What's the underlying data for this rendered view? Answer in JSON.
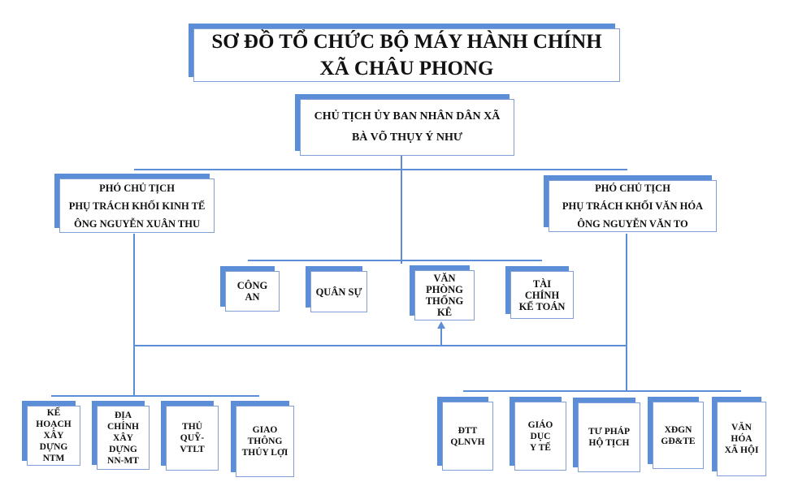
{
  "title": {
    "line1": "SƠ ĐỒ TỔ CHỨC BỘ MÁY HÀNH CHÍNH",
    "line2": "XÃ CHÂU PHONG"
  },
  "chairman": {
    "line1": "CHỦ TỊCH ỦY BAN NHÂN DÂN XÃ",
    "line2": "BÀ VÕ THỤY Ý NHƯ"
  },
  "vice_economic": {
    "line1": "PHÓ CHỦ TỊCH",
    "line2": "PHỤ TRÁCH KHỐI KINH TẾ",
    "line3": "ÔNG NGUYỄN XUÂN THU"
  },
  "vice_culture": {
    "line1": "PHÓ CHỦ TỊCH",
    "line2": "PHỤ TRÁCH KHỐI VĂN HÓA",
    "line3": "ÔNG NGUYỄN VĂN TO"
  },
  "middle_units": [
    {
      "lines": [
        "CÔNG",
        "AN"
      ]
    },
    {
      "lines": [
        "QUÂN SỰ"
      ]
    },
    {
      "lines": [
        "VĂN",
        "PHÒNG",
        "THỐNG",
        "KÊ"
      ]
    },
    {
      "lines": [
        "TÀI",
        "CHÍNH",
        "KẾ TOÁN"
      ]
    }
  ],
  "economic_units": [
    {
      "lines": [
        "KẾ",
        "HOẠCH",
        "XÂY",
        "DỰNG",
        "NTM"
      ]
    },
    {
      "lines": [
        "ĐỊA",
        "CHÍNH",
        "XÂY",
        "DỰNG",
        "NN-MT"
      ]
    },
    {
      "lines": [
        "THỦ",
        "QUỸ-",
        "VTLT"
      ]
    },
    {
      "lines": [
        "GIAO",
        "THÔNG",
        "THỦY LỢI"
      ]
    }
  ],
  "culture_units": [
    {
      "lines": [
        "ĐTT",
        "QLNVH"
      ]
    },
    {
      "lines": [
        "GIÁO",
        "DỤC",
        "Y TẾ"
      ]
    },
    {
      "lines": [
        "TƯ PHÁP",
        "HỘ TỊCH"
      ]
    },
    {
      "lines": [
        "XĐGN",
        "GĐ&TE"
      ]
    },
    {
      "lines": [
        "VĂN",
        "HÓA",
        "XÃ HỘI"
      ]
    }
  ]
}
